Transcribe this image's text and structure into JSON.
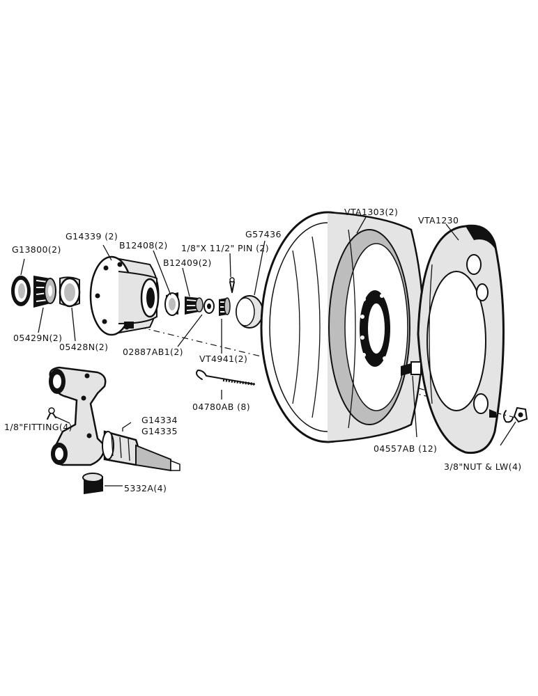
{
  "labels": {
    "g13800": "G13800(2)",
    "g14339": "G14339 (2)",
    "b12408": "B12408(2)",
    "pin": "1/8\"X 11/2\" PIN (2)",
    "b12409": "B12409(2)",
    "g57436": "G57436",
    "vta1303": "VTA1303(2)",
    "vta1230": "VTA1230",
    "n05429": "05429N(2)",
    "n05428": "05428N(2)",
    "n02887": "02887AB1(2)",
    "vt4941": "VT4941(2)",
    "n04780": "04780AB (8)",
    "fitting": "1/8\"FITTING(4)",
    "g14334": "G14334",
    "g14335": "G14335",
    "n04557": "04557AB (12)",
    "nut": "3/8\"NUT & LW(4)",
    "n5332": "5332A(4)"
  }
}
